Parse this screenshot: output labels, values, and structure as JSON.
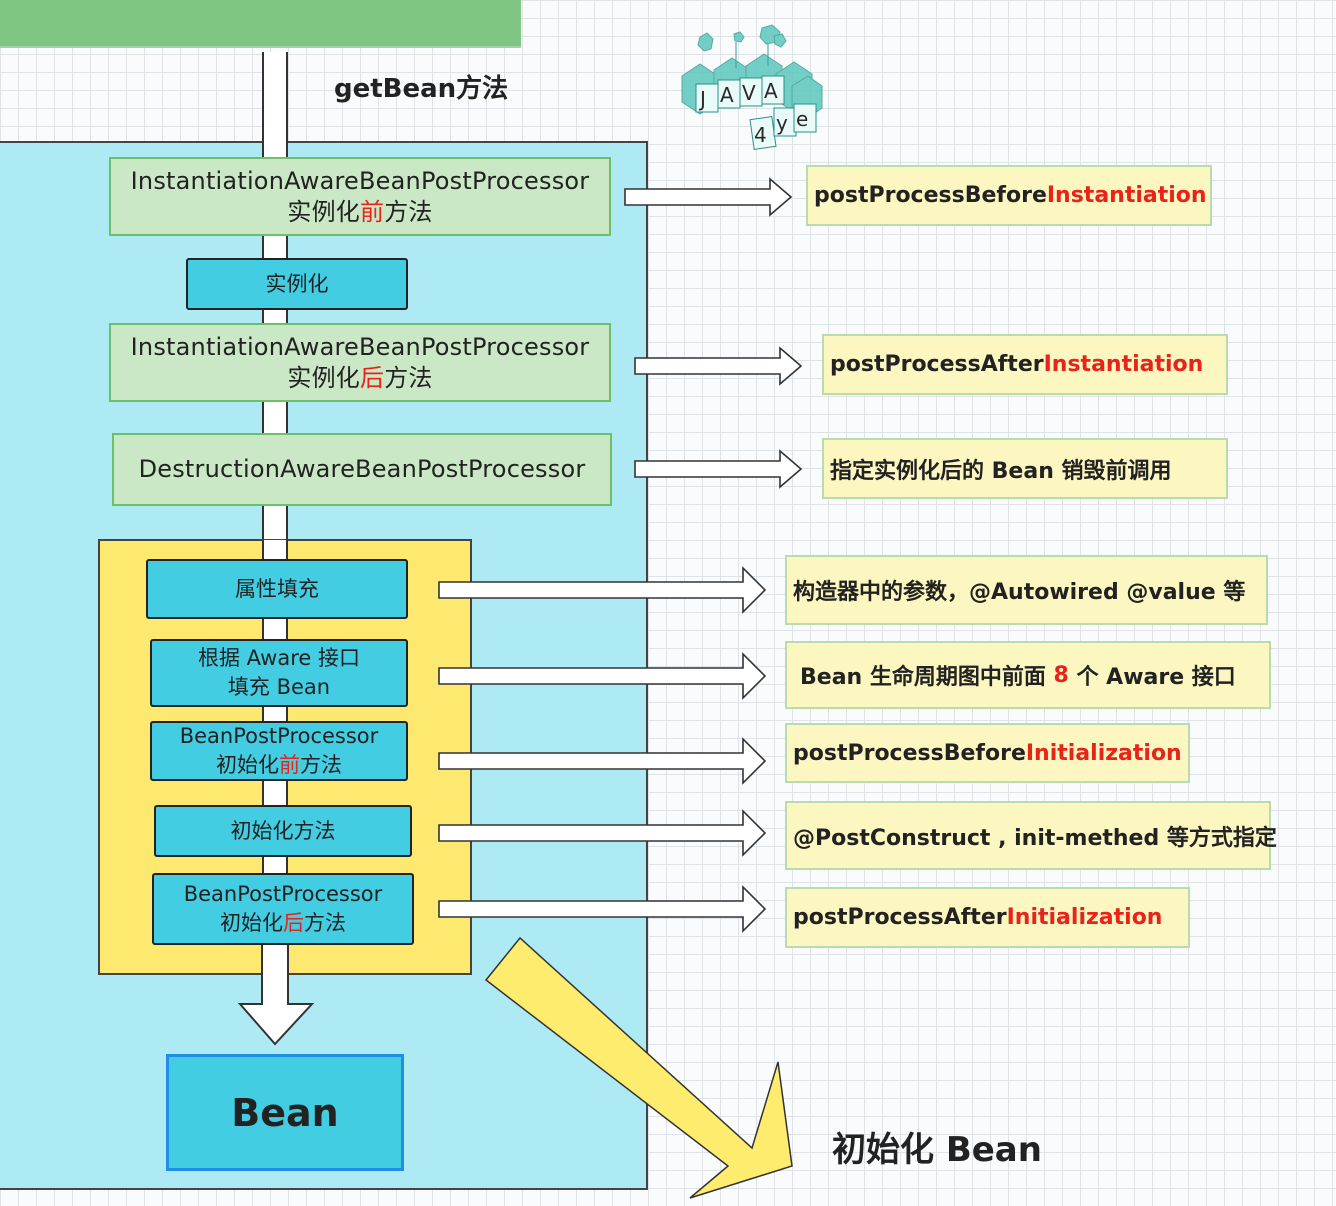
{
  "header": {
    "method_label": "getBean方法"
  },
  "logo": {
    "line1": "JAVA",
    "line2": "4ye"
  },
  "instantiation_before": {
    "title": "InstantiationAwareBeanPostProcessor",
    "sub_prefix": "实例化",
    "sub_highlight": "前",
    "sub_suffix": "方法"
  },
  "instantiate_step": {
    "label": "实例化"
  },
  "instantiation_after": {
    "title": "InstantiationAwareBeanPostProcessor",
    "sub_prefix": "实例化",
    "sub_highlight": "后",
    "sub_suffix": "方法"
  },
  "destruction": {
    "title": "DestructionAwareBeanPostProcessor"
  },
  "init_steps": {
    "populate": {
      "label": "属性填充"
    },
    "aware": {
      "line1": "根据 Aware 接口",
      "line2": "填充 Bean"
    },
    "bpp_before": {
      "line1": "BeanPostProcessor",
      "sub_prefix": "初始化",
      "sub_highlight": "前",
      "sub_suffix": "方法"
    },
    "init_method": {
      "label": "初始化方法"
    },
    "bpp_after": {
      "line1": "BeanPostProcessor",
      "sub_prefix": "初始化",
      "sub_highlight": "后",
      "sub_suffix": "方法"
    }
  },
  "result": {
    "label": "Bean"
  },
  "init_bean_label": "初始化 Bean",
  "notes": {
    "before_instantiation": {
      "prefix": "postProcessBefore",
      "highlight": "Instantiation"
    },
    "after_instantiation": {
      "prefix": "postProcessAfter",
      "highlight": "Instantiation"
    },
    "destruction": {
      "text": "指定实例化后的 Bean 销毁前调用"
    },
    "populate": {
      "text": "构造器中的参数，@Autowired @value 等"
    },
    "aware": {
      "prefix": "Bean 生命周期图中前面 ",
      "highlight": "8",
      "suffix": " 个 Aware 接口"
    },
    "before_init": {
      "prefix": "postProcessBefore",
      "highlight": "Initialization"
    },
    "init_method": {
      "text": "@PostConstruct , init-methed 等方式指定"
    },
    "after_init": {
      "prefix": "postProcessAfter",
      "highlight": "Initialization"
    }
  },
  "colors": {
    "highlight_red": "#e8231a",
    "panel_cyan": "#aeeaf3",
    "box_cyan": "#43cde2",
    "panel_yellow": "#fde96f",
    "box_green": "#cbe8c6",
    "note_yellow": "#fcf6c0",
    "top_bar_green": "#80c683"
  }
}
